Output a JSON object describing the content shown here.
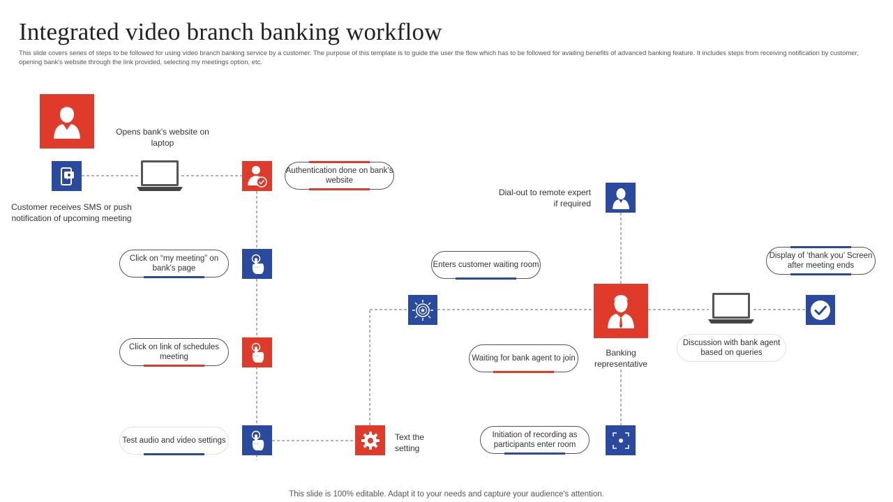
{
  "title": "Integrated video branch banking workflow",
  "subtitle": "This slide covers series of steps to be followed for using video branch banking service by a customer. The purpose of this template is to guide the user the flow which has to be followed for availing benefits of advanced banking feature. It includes steps from receiving notification by customer, opening  bank's website through the link provided, selecting my meetings option, etc.",
  "footer": "This slide is 100% editable. Adapt it to your needs and capture your audience's attention.",
  "steps": {
    "sms": "Customer receives SMS or push notification of upcoming meeting",
    "opens_website": "Opens bank's website on laptop",
    "authentication": "Authentication done on bank's website",
    "my_meeting": "Click on “my meeting” on bank's page",
    "click_link": "Click on link of schedules meeting",
    "test_audio": "Test audio and video settings",
    "text_setting": "Text the setting",
    "enters_waiting_room": "Enters customer waiting room",
    "waiting_for_agent": "Waiting for bank agent to join",
    "initiation_recording": "Initiation of recording as participants enter room",
    "dial_out": "Dial-out to remote expert if required",
    "banking_representative": "Banking representative",
    "discussion": "Discussion with bank agent based on queries",
    "thank_you": "Display of ‘thank you’ Screen after meeting ends"
  },
  "colors": {
    "red": "#e03a2a",
    "blue": "#2a4aa0",
    "line": "#666666"
  },
  "icons": [
    "user-icon",
    "phone-notification-icon",
    "laptop-icon",
    "user-check-icon",
    "hand-pointer-icon",
    "gear-icon",
    "badge-icon",
    "camera-focus-icon",
    "checkmark-icon"
  ]
}
